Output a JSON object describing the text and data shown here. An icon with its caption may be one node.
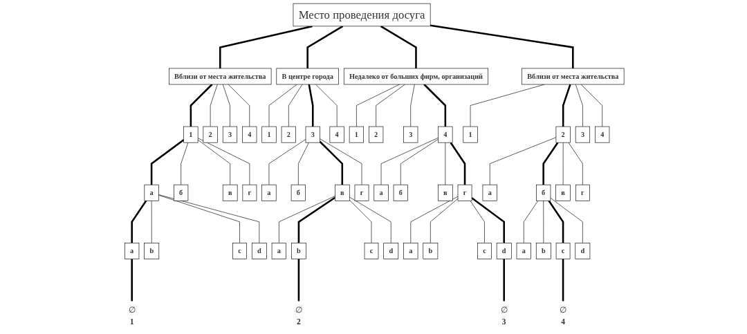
{
  "diagram": {
    "nodes": [
      {
        "text": [
          "Место проведения досуга"
        ]
      },
      {
        "text": [
          "Вблизи от места жительства"
        ]
      },
      {
        "text": [
          "В центре города"
        ]
      },
      {
        "text": [
          "Недалеко от больших фирм, организаций"
        ]
      },
      {
        "text": [
          "Вблизи от места жительства"
        ]
      },
      {
        "text": [
          "1"
        ]
      },
      {
        "text": [
          "2"
        ]
      },
      {
        "text": [
          "3"
        ]
      },
      {
        "text": [
          "4"
        ]
      },
      {
        "text": [
          "1"
        ]
      },
      {
        "text": [
          "2"
        ]
      },
      {
        "text": [
          "3"
        ]
      },
      {
        "text": [
          "4"
        ]
      },
      {
        "text": [
          "1"
        ]
      },
      {
        "text": [
          "2"
        ]
      },
      {
        "text": [
          "3"
        ]
      },
      {
        "text": [
          "4"
        ]
      },
      {
        "text": [
          "1"
        ]
      },
      {
        "text": [
          "2"
        ]
      },
      {
        "text": [
          "3"
        ]
      },
      {
        "text": [
          "4"
        ]
      },
      {
        "text": [
          "а"
        ]
      },
      {
        "text": [
          "б"
        ]
      },
      {
        "text": [
          "в"
        ]
      },
      {
        "text": [
          "г"
        ]
      },
      {
        "text": [
          "а"
        ]
      },
      {
        "text": [
          "б"
        ]
      },
      {
        "text": [
          "в"
        ]
      },
      {
        "text": [
          "г"
        ]
      },
      {
        "text": [
          "а"
        ]
      },
      {
        "text": [
          "б"
        ]
      },
      {
        "text": [
          "в"
        ]
      },
      {
        "text": [
          "г"
        ]
      },
      {
        "text": [
          "а"
        ]
      },
      {
        "text": [
          "б"
        ]
      },
      {
        "text": [
          "в"
        ]
      },
      {
        "text": [
          "г"
        ]
      },
      {
        "text": [
          "а"
        ]
      },
      {
        "text": [
          "b"
        ]
      },
      {
        "text": [
          "c"
        ]
      },
      {
        "text": [
          "d"
        ]
      },
      {
        "text": [
          "a"
        ]
      },
      {
        "text": [
          "b"
        ]
      },
      {
        "text": [
          "c"
        ]
      },
      {
        "text": [
          "d"
        ]
      },
      {
        "text": [
          "a"
        ]
      },
      {
        "text": [
          "b"
        ]
      },
      {
        "text": [
          "c"
        ]
      },
      {
        "text": [
          "d"
        ]
      },
      {
        "text": [
          "a"
        ]
      },
      {
        "text": [
          "b"
        ]
      },
      {
        "text": [
          "c"
        ]
      },
      {
        "text": [
          "d"
        ]
      },
      {
        "text": [
          "∅"
        ],
        "beside": [
          "1"
        ]
      },
      {
        "text": [
          "∅"
        ],
        "beside": [
          "2"
        ]
      },
      {
        "text": [
          "∅"
        ],
        "beside": [
          "3"
        ]
      },
      {
        "text": [
          "∅"
        ],
        "beside": [
          "4"
        ]
      }
    ],
    "edges": [
      {
        "from": 0,
        "to": 1,
        "arrow": "none",
        "style": "thick"
      },
      {
        "from": 0,
        "to": 2,
        "arrow": "none",
        "style": "thick"
      },
      {
        "from": 0,
        "to": 3,
        "arrow": "none",
        "style": "thick"
      },
      {
        "from": 0,
        "to": 4,
        "arrow": "none",
        "style": "thick"
      },
      {
        "from": 1,
        "to": 5,
        "arrow": "none",
        "style": "thick"
      },
      {
        "from": 1,
        "to": 6,
        "arrow": "none"
      },
      {
        "from": 1,
        "to": 7,
        "arrow": "none"
      },
      {
        "from": 1,
        "to": 8,
        "arrow": "none"
      },
      {
        "from": 2,
        "to": 9,
        "arrow": "none"
      },
      {
        "from": 2,
        "to": 10,
        "arrow": "none"
      },
      {
        "from": 2,
        "to": 11,
        "arrow": "none",
        "style": "thick"
      },
      {
        "from": 2,
        "to": 12,
        "arrow": "none"
      },
      {
        "from": 3,
        "to": 13,
        "arrow": "none"
      },
      {
        "from": 3,
        "to": 14,
        "arrow": "none"
      },
      {
        "from": 3,
        "to": 15,
        "arrow": "none"
      },
      {
        "from": 3,
        "to": 16,
        "arrow": "none",
        "style": "thick"
      },
      {
        "from": 4,
        "to": 17,
        "arrow": "none"
      },
      {
        "from": 4,
        "to": 18,
        "arrow": "none",
        "style": "thick"
      },
      {
        "from": 4,
        "to": 19,
        "arrow": "none"
      },
      {
        "from": 4,
        "to": 20,
        "arrow": "none"
      },
      {
        "from": 5,
        "to": 21,
        "arrow": "none",
        "style": "thick"
      },
      {
        "from": 5,
        "to": 22,
        "arrow": "none"
      },
      {
        "from": 5,
        "to": 23,
        "arrow": "none"
      },
      {
        "from": 5,
        "to": 24,
        "arrow": "none"
      },
      {
        "from": 11,
        "to": 25,
        "arrow": "none"
      },
      {
        "from": 11,
        "to": 26,
        "arrow": "none"
      },
      {
        "from": 11,
        "to": 27,
        "arrow": "none",
        "style": "thick"
      },
      {
        "from": 11,
        "to": 28,
        "arrow": "none"
      },
      {
        "from": 16,
        "to": 29,
        "arrow": "none"
      },
      {
        "from": 16,
        "to": 30,
        "arrow": "none"
      },
      {
        "from": 16,
        "to": 31,
        "arrow": "none"
      },
      {
        "from": 16,
        "to": 32,
        "arrow": "none",
        "style": "thick"
      },
      {
        "from": 18,
        "to": 33,
        "arrow": "none"
      },
      {
        "from": 18,
        "to": 34,
        "arrow": "none",
        "style": "thick"
      },
      {
        "from": 18,
        "to": 35,
        "arrow": "none"
      },
      {
        "from": 18,
        "to": 36,
        "arrow": "none"
      },
      {
        "from": 21,
        "to": 37,
        "arrow": "none",
        "style": "thick"
      },
      {
        "from": 21,
        "to": 38,
        "arrow": "none"
      },
      {
        "from": 21,
        "to": 39,
        "arrow": "none"
      },
      {
        "from": 21,
        "to": 40,
        "arrow": "none"
      },
      {
        "from": 27,
        "to": 41,
        "arrow": "none"
      },
      {
        "from": 27,
        "to": 42,
        "arrow": "none",
        "style": "thick"
      },
      {
        "from": 27,
        "to": 43,
        "arrow": "none"
      },
      {
        "from": 27,
        "to": 44,
        "arrow": "none"
      },
      {
        "from": 32,
        "to": 45,
        "arrow": "none"
      },
      {
        "from": 32,
        "to": 46,
        "arrow": "none"
      },
      {
        "from": 32,
        "to": 47,
        "arrow": "none"
      },
      {
        "from": 32,
        "to": 48,
        "arrow": "none",
        "style": "thick"
      },
      {
        "from": 34,
        "to": 49,
        "arrow": "none"
      },
      {
        "from": 34,
        "to": 50,
        "arrow": "none"
      },
      {
        "from": 34,
        "to": 51,
        "arrow": "none",
        "style": "thick"
      },
      {
        "from": 34,
        "to": 52,
        "arrow": "none"
      },
      {
        "from": 37,
        "to": 53,
        "arrow": "none",
        "style": "thick"
      },
      {
        "from": 42,
        "to": 54,
        "arrow": "none",
        "style": "thick"
      },
      {
        "from": 48,
        "to": 55,
        "arrow": "none",
        "style": "thick"
      },
      {
        "from": 51,
        "to": 56,
        "arrow": "none",
        "style": "thick"
      }
    ]
  }
}
